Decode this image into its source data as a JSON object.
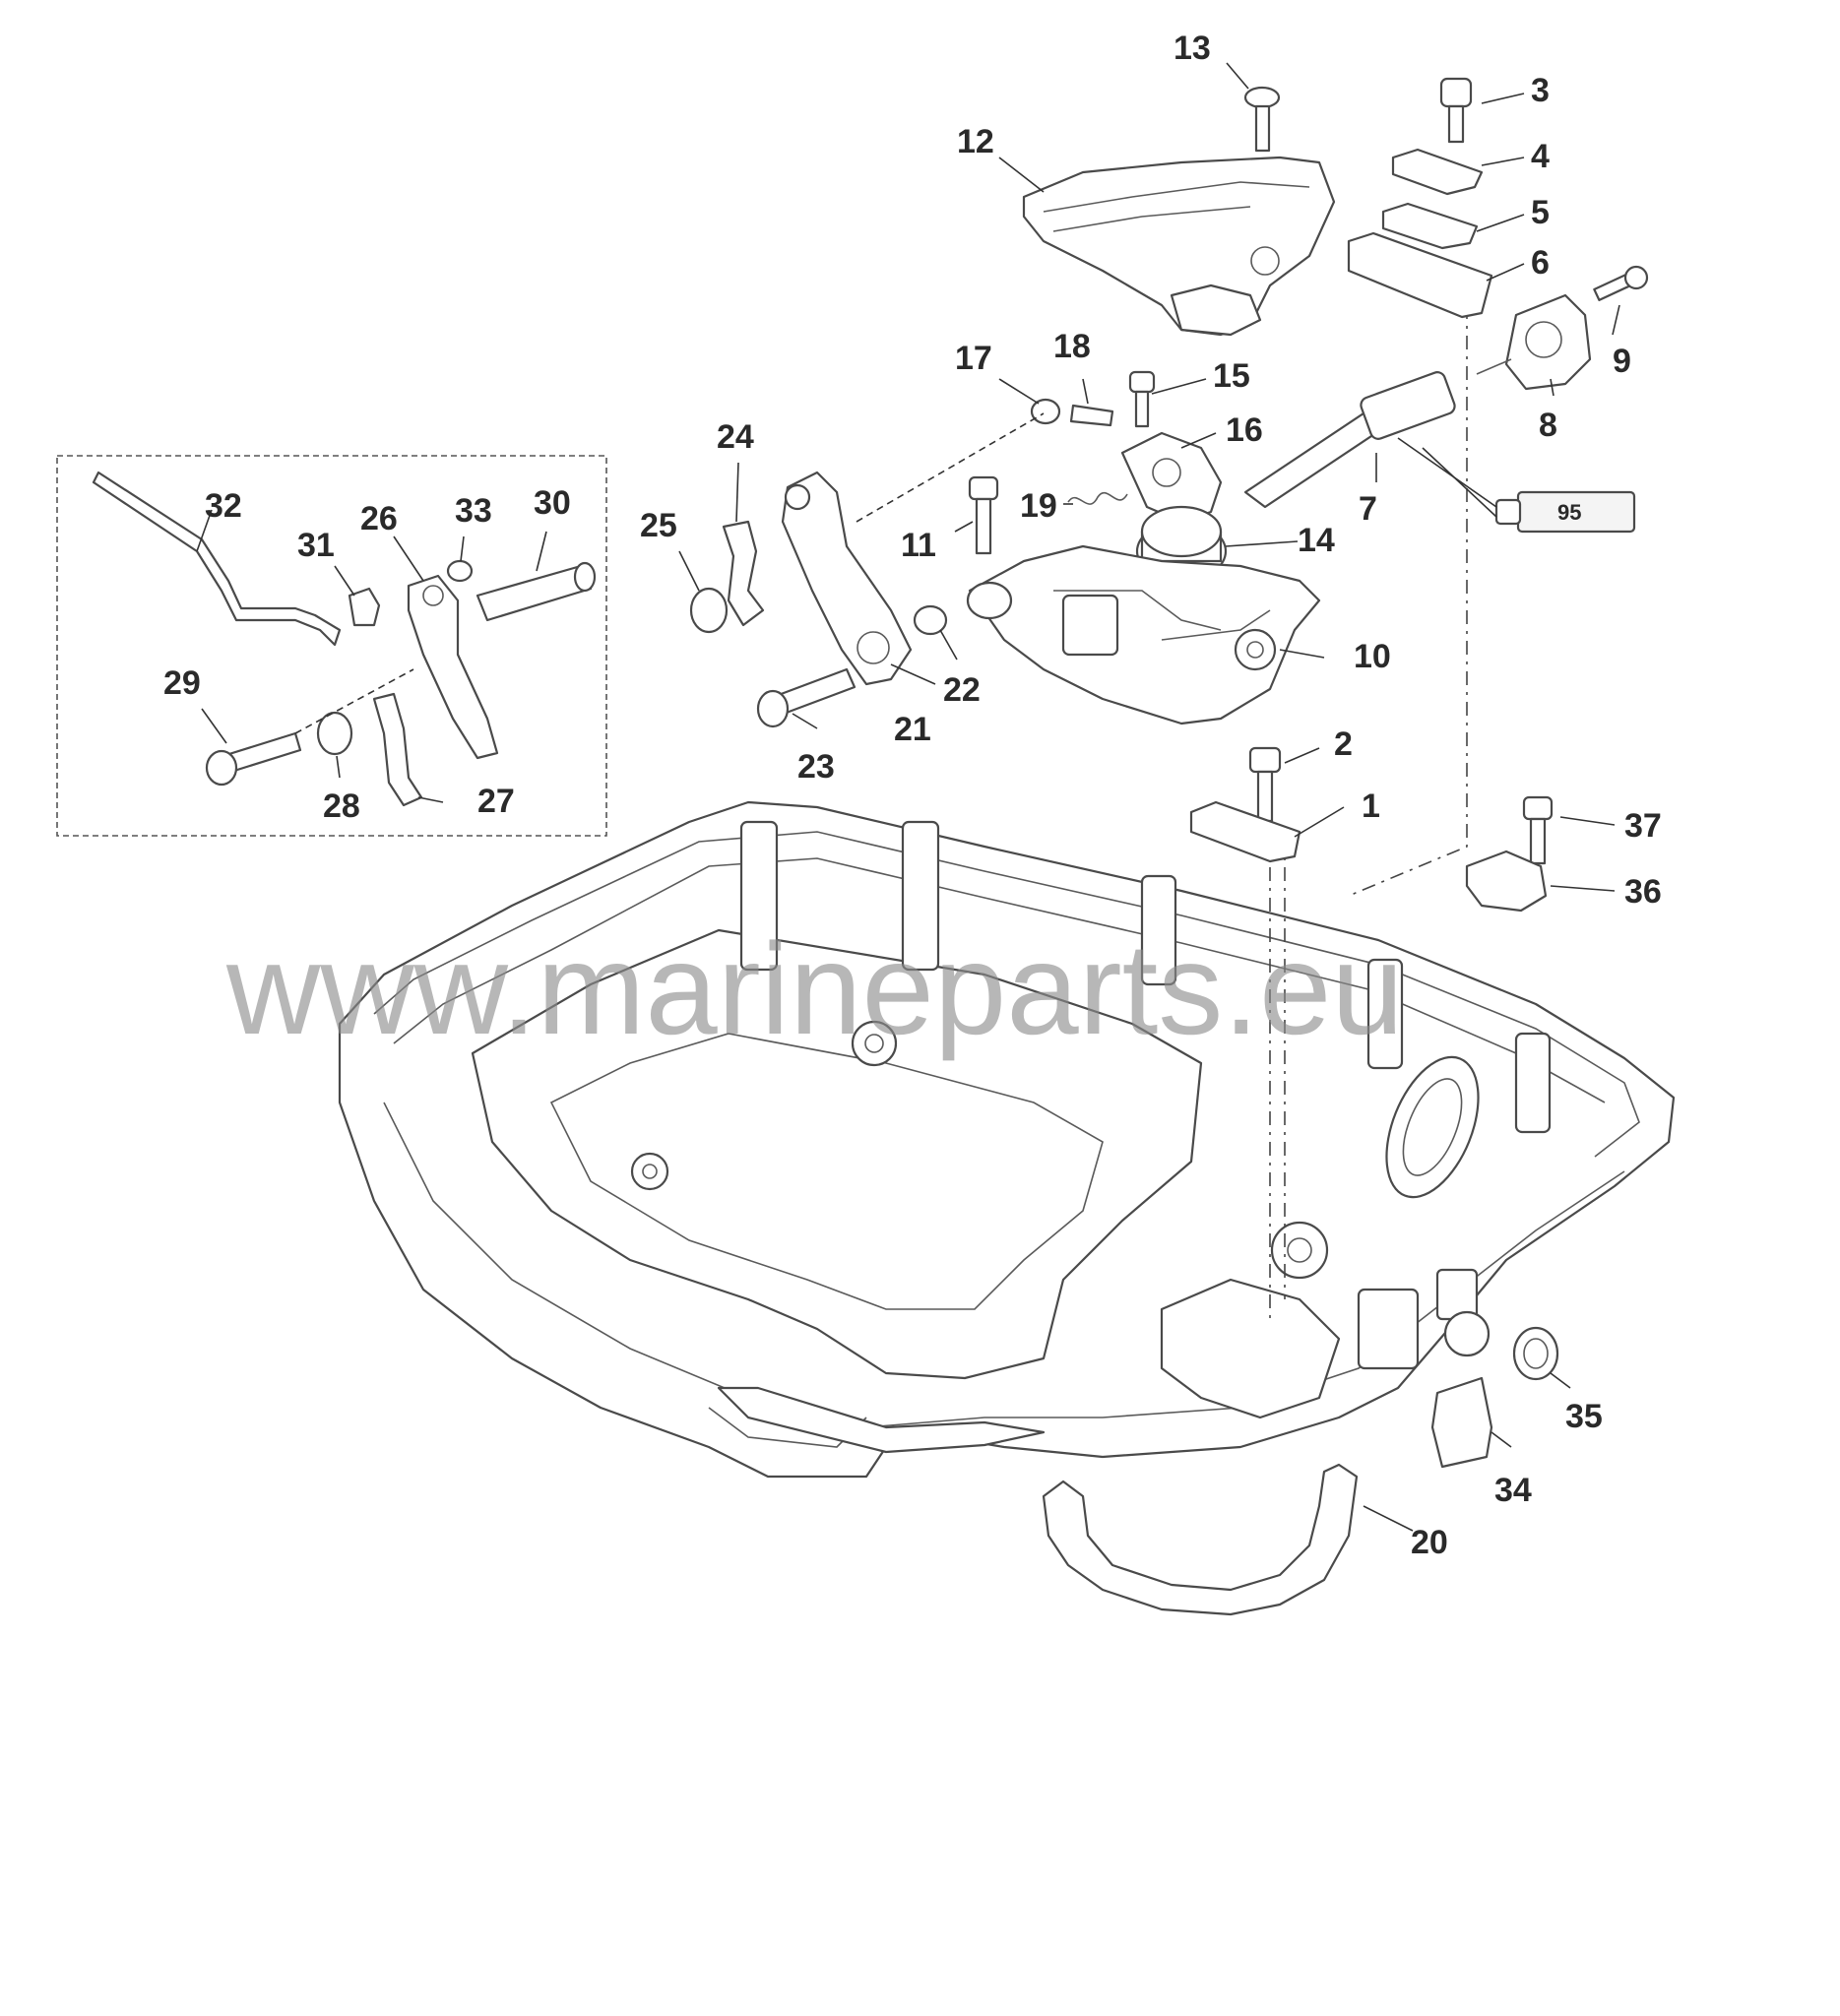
{
  "diagram": {
    "watermark": "www.marineparts.eu",
    "lubricant_tube_label": "95",
    "callouts": {
      "c1": "1",
      "c2": "2",
      "c3": "3",
      "c4": "4",
      "c5": "5",
      "c6": "6",
      "c7": "7",
      "c8": "8",
      "c9": "9",
      "c10": "10",
      "c11": "11",
      "c12": "12",
      "c13": "13",
      "c14": "14",
      "c15": "15",
      "c16": "16",
      "c17": "17",
      "c18": "18",
      "c19": "19",
      "c20": "20",
      "c21": "21",
      "c22": "22",
      "c23": "23",
      "c24": "24",
      "c25": "25",
      "c26": "26",
      "c27": "27",
      "c28": "28",
      "c29": "29",
      "c30": "30",
      "c31": "31",
      "c32": "32",
      "c33": "33",
      "c34": "34",
      "c35": "35",
      "c36": "36",
      "c37": "37"
    }
  }
}
